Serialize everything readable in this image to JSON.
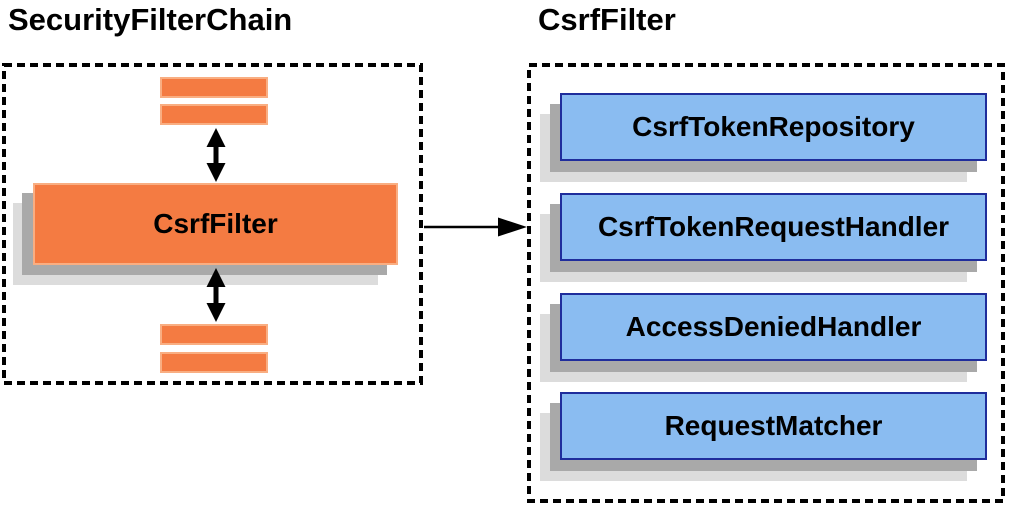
{
  "diagram": {
    "left_panel": {
      "title": "SecurityFilterChain",
      "filter_box_label": "CsrfFilter"
    },
    "right_panel": {
      "title": "CsrfFilter",
      "components": [
        "CsrfTokenRepository",
        "CsrfTokenRequestHandler",
        "AccessDeniedHandler",
        "RequestMatcher"
      ]
    },
    "colors": {
      "orange_fill": "#F47B42",
      "orange_border": "#F9AE82",
      "blue_fill": "#8ABCF1",
      "blue_border": "#1F2D9C",
      "shadow_dark": "#A9A9A9",
      "shadow_light": "#DCDCDC",
      "arrow": "#000000",
      "dashed_border": "#000000"
    }
  }
}
